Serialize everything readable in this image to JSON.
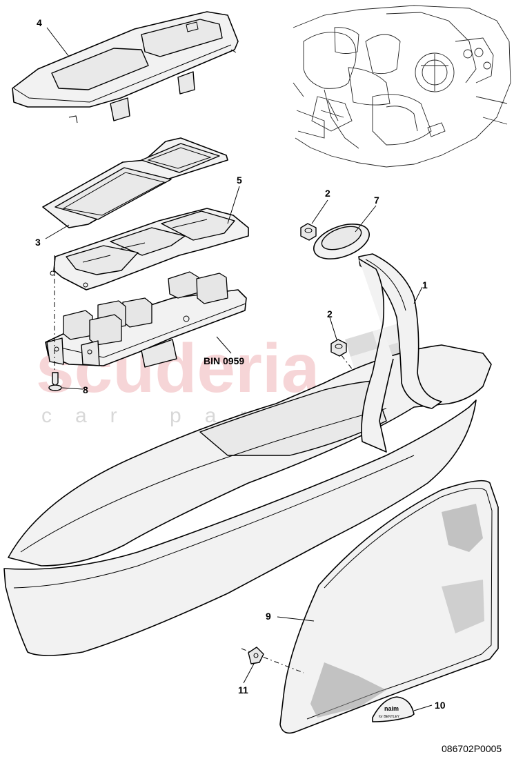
{
  "watermark": {
    "brand": "scuderia",
    "tagline": "car parts"
  },
  "callouts": [
    {
      "id": "4",
      "text": "4"
    },
    {
      "id": "5",
      "text": "5"
    },
    {
      "id": "3",
      "text": "3"
    },
    {
      "id": "2a",
      "text": "2"
    },
    {
      "id": "7",
      "text": "7"
    },
    {
      "id": "1",
      "text": "1"
    },
    {
      "id": "2b",
      "text": "2"
    },
    {
      "id": "bin",
      "text": "BIN 0959"
    },
    {
      "id": "8",
      "text": "8"
    },
    {
      "id": "9",
      "text": "9"
    },
    {
      "id": "11",
      "text": "11"
    },
    {
      "id": "10",
      "text": "10"
    }
  ],
  "badge": {
    "line1": "naim",
    "line2": "for BENTLEY"
  },
  "reference_number": "086702P0005"
}
